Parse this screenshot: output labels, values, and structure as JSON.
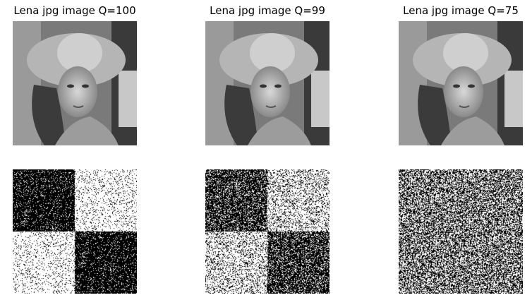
{
  "panels": [
    {
      "title": "Lena jpg image Q=100"
    },
    {
      "title": "Lena jpg image Q=99"
    },
    {
      "title": "Lena jpg image Q=75"
    }
  ],
  "noise_patterns": [
    "checker-strong",
    "checker-medium",
    "uniform"
  ]
}
